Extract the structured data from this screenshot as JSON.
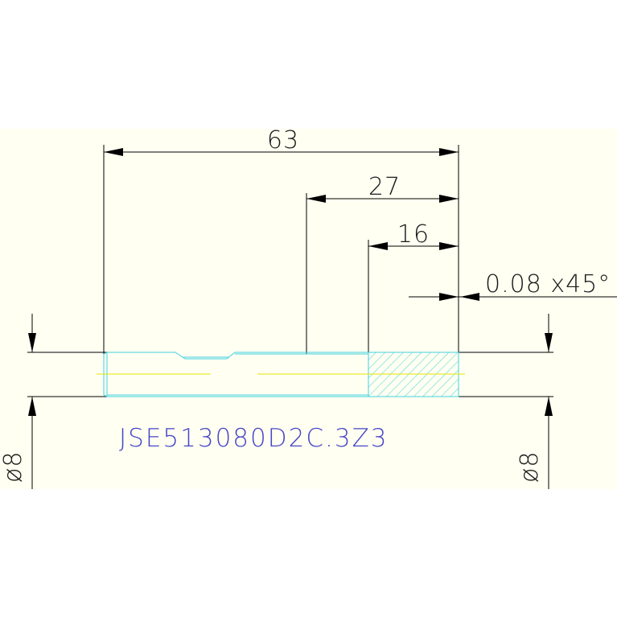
{
  "drawing": {
    "dimensions": {
      "overall_length": "63",
      "middle_length": "27",
      "short_length": "16",
      "chamfer": "0.08 x45°",
      "left_diameter": "ø8",
      "right_diameter": "ø8"
    },
    "part_number": "JSE513080D2C.3Z3",
    "colors": {
      "dimension_lines": "#000000",
      "outline": "#40d0e0",
      "hatch": "#40d0e0",
      "centerline": "#e6e600",
      "part_number": "#4646c8",
      "background_band": "#fffff2"
    }
  }
}
